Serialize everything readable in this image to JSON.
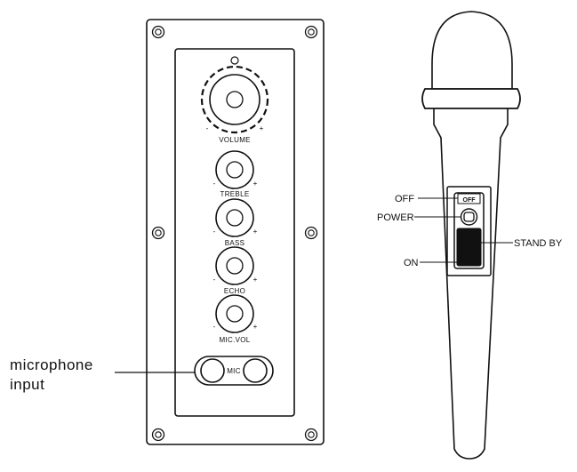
{
  "panel": {
    "volume_label": "VOLUME",
    "treble_label": "TREBLE",
    "bass_label": "BASS",
    "echo_label": "ECHO",
    "micvol_label": "MIC.VOL",
    "mic_jack_label": "MIC",
    "minus_sign": "-",
    "plus_sign": "+"
  },
  "callouts": {
    "microphone_input_line1": "microphone",
    "microphone_input_line2": "input",
    "off": "OFF",
    "power": "POWER",
    "on": "ON",
    "stand_by": "STAND BY"
  },
  "microphone": {
    "switch_window_text": "OFF"
  }
}
